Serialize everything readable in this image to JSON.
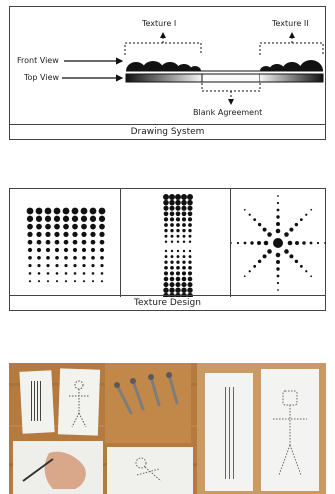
{
  "drawing_system": {
    "caption": "Drawing System",
    "labels": {
      "front_view": "Front View",
      "top_view": "Top View",
      "texture_1": "Texture I",
      "texture_2": "Texture II",
      "blank_agreement": "Blank Agreement"
    }
  },
  "texture_design": {
    "caption": "Texture Design",
    "patterns": [
      "graded dot grid",
      "split dot column",
      "radial dot burst"
    ]
  },
  "photo_strip": {
    "images": [
      "perforated paper cards",
      "metal tools",
      "embossed stick figure card"
    ]
  },
  "colors": {
    "line": "#444444",
    "dot": "#111111",
    "wood": "#b57a3e",
    "paper": "#f2f2ef"
  }
}
